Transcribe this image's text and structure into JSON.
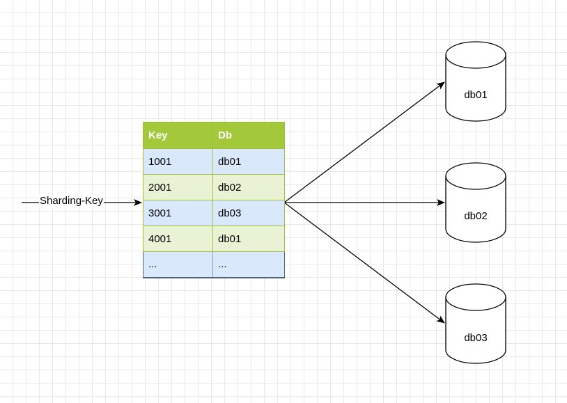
{
  "edge_label": "Sharding-Key",
  "table": {
    "headers": [
      "Key",
      "Db"
    ],
    "rows": [
      [
        "1001",
        "db01"
      ],
      [
        "2001",
        "db02"
      ],
      [
        "3001",
        "db03"
      ],
      [
        "4001",
        "db01"
      ],
      [
        "...",
        "..."
      ]
    ]
  },
  "databases": [
    {
      "label": "db01"
    },
    {
      "label": "db02"
    },
    {
      "label": "db03"
    }
  ],
  "colors": {
    "header_fill": "#a3c93a",
    "row_blue": "#dae8fc",
    "row_green": "#eaf2d6",
    "border_green": "#9ac23c"
  }
}
